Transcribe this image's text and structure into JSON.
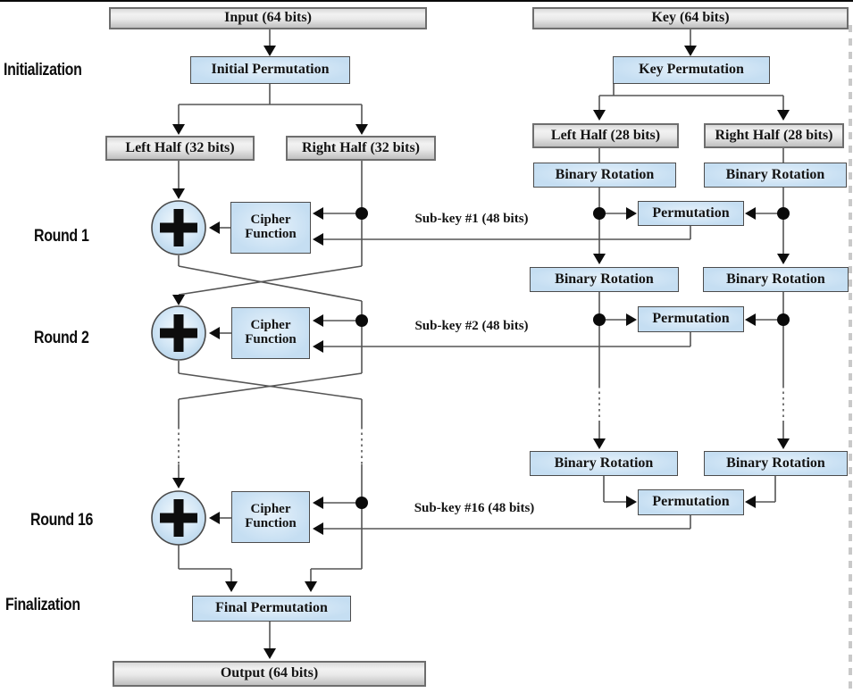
{
  "sections": [
    {
      "id": "initialization",
      "label": "Initialization"
    },
    {
      "id": "round-1",
      "label": "Round 1"
    },
    {
      "id": "round-2",
      "label": "Round 2"
    },
    {
      "id": "round-16",
      "label": "Round 16"
    },
    {
      "id": "finalization",
      "label": "Finalization"
    }
  ],
  "nodes": {
    "input": "Input (64 bits)",
    "key": "Key (64 bits)",
    "initial_permutation": "Initial Permutation",
    "key_permutation": "Key Permutation",
    "left_half_data": "Left Half (32 bits)",
    "right_half_data": "Right Half (32 bits)",
    "left_half_key": "Left Half (28 bits)",
    "right_half_key": "Right Half (28 bits)",
    "binary_rotation": "Binary Rotation",
    "cipher_line1": "Cipher",
    "cipher_line2": "Function",
    "permutation": "Permutation",
    "final_permutation": "Final Permutation",
    "output": "Output (64 bits)"
  },
  "subkey_labels": {
    "round1": "Sub-key #1 (48 bits)",
    "round2": "Sub-key #2 (48 bits)",
    "round16": "Sub-key #16 (48 bits)"
  },
  "icons": {
    "xor": "plus-in-circle"
  },
  "colors": {
    "box_blue": "#c5def2",
    "box_gray": "#e9e9e9",
    "box_border": "#4c4c4c",
    "line": "#555555",
    "arrow": "#0d0d0d",
    "label": "#0d0d0d"
  }
}
